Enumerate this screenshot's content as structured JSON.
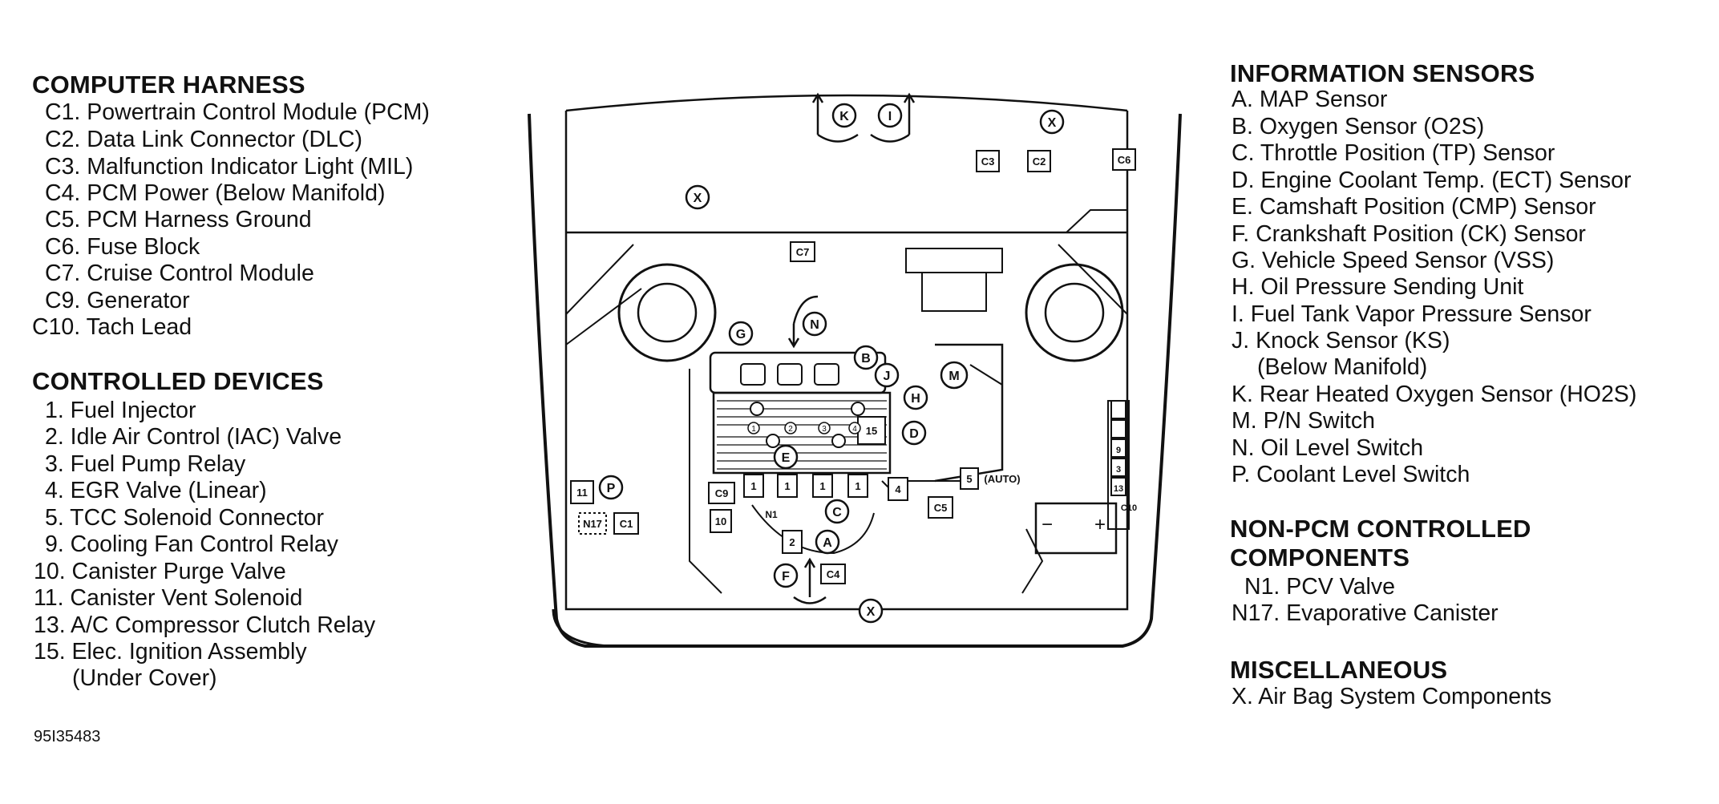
{
  "left": {
    "computer_harness": {
      "title": "COMPUTER HARNESS",
      "items": [
        "C1. Powertrain Control Module (PCM)",
        "C2. Data Link Connector (DLC)",
        "C3. Malfunction Indicator Light (MIL)",
        "C4. PCM Power (Below Manifold)",
        "C5. PCM Harness Ground",
        "C6. Fuse Block",
        "C7. Cruise Control Module",
        "C9. Generator",
        "C10. Tach Lead"
      ]
    },
    "controlled_devices": {
      "title": "CONTROLLED DEVICES",
      "items": [
        "1. Fuel Injector",
        "2. Idle Air Control (IAC) Valve",
        "3. Fuel Pump Relay",
        "4. EGR Valve (Linear)",
        "5. TCC Solenoid Connector",
        "9. Cooling Fan Control Relay",
        "10. Canister Purge Valve",
        "11. Canister Vent Solenoid",
        "13. A/C Compressor Clutch Relay",
        "15. Elec. Ignition Assembly",
        "(Under Cover)"
      ]
    },
    "figure_id": "95I35483"
  },
  "right": {
    "information_sensors": {
      "title": "INFORMATION SENSORS",
      "items": [
        "A. MAP Sensor",
        "B. Oxygen Sensor (O2S)",
        "C. Throttle Position (TP) Sensor",
        "D. Engine Coolant Temp. (ECT) Sensor",
        "E. Camshaft Position (CMP) Sensor",
        "F. Crankshaft Position (CK) Sensor",
        "G. Vehicle Speed Sensor (VSS)",
        "H. Oil Pressure Sending Unit",
        "I. Fuel Tank Vapor Pressure Sensor",
        "J. Knock Sensor (KS)",
        "(Below Manifold)",
        "K. Rear Heated Oxygen Sensor (HO2S)",
        "M. P/N Switch",
        "N. Oil Level Switch",
        "P. Coolant Level Switch"
      ]
    },
    "non_pcm": {
      "title_line1": "NON-PCM CONTROLLED",
      "title_line2": "COMPONENTS",
      "items": [
        "N1. PCV Valve",
        "N17. Evaporative Canister"
      ]
    },
    "misc": {
      "title": "MISCELLANEOUS",
      "items": [
        "X. Air Bag System Components"
      ]
    }
  },
  "diagram": {
    "boxes": {
      "c3": "C3",
      "c2": "C2",
      "c6": "C6",
      "c7": "C7",
      "c9": "C9",
      "c5": "C5",
      "c1": "C1",
      "c4": "C4",
      "c10": "C10",
      "n17": "N17",
      "b11": "11",
      "b10": "10",
      "b15": "15",
      "b1a": "1",
      "b1b": "1",
      "b1c": "1",
      "b1d": "1",
      "b2": "2",
      "b4": "4",
      "b5": "5",
      "auto": "(AUTO)",
      "b9": "9",
      "b3": "3",
      "b13": "13",
      "n1": "N1"
    },
    "circles": {
      "k": "K",
      "i": "I",
      "x1": "X",
      "x2": "X",
      "x3": "X",
      "g": "G",
      "n": "N",
      "b": "B",
      "j": "J",
      "h": "H",
      "m": "M",
      "d": "D",
      "e": "E",
      "c": "C",
      "a": "A",
      "f": "F",
      "p": "P"
    },
    "cyl_labels": [
      "1",
      "2",
      "3",
      "4"
    ],
    "battery": {
      "minus": "−",
      "plus": "+"
    }
  }
}
